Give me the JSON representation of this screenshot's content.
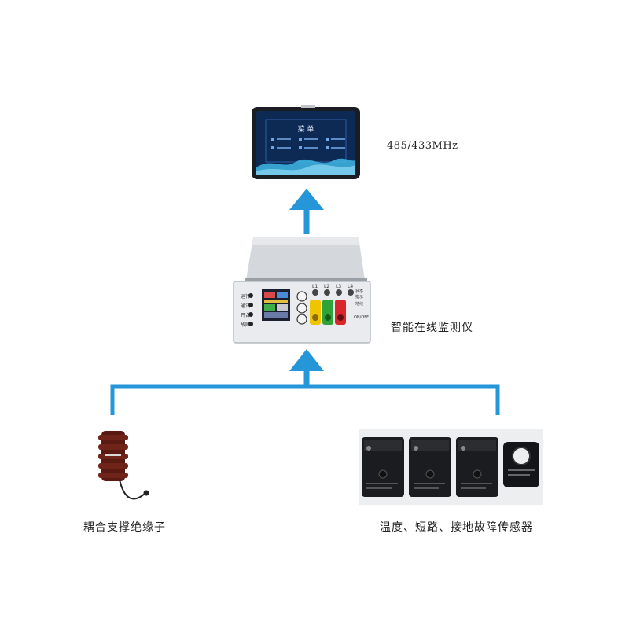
{
  "display": {
    "title": "菜 单",
    "menu_items": [
      "————",
      "————",
      "————",
      "————",
      "————",
      "————"
    ]
  },
  "comm_label": "485/433MHz",
  "monitor": {
    "name_label": "智能在线监测仪",
    "status_labels": [
      "运行",
      "通讯",
      "开合",
      "故障"
    ],
    "top_labels": [
      "L1",
      "L2",
      "L3",
      "L4"
    ],
    "right_labels": [
      "状态",
      "指示",
      "地线",
      "ON/OFF"
    ]
  },
  "insulator_label": "耦合支撑绝缘子",
  "sensors_label": "温度、短路、接地故障传感器",
  "colors": {
    "arrow": "#2596d8",
    "screen_bg": "#0d2a55",
    "wave": "#3fb6e6",
    "insulator": "#5a1a12",
    "terminal_yellow": "#f0c400",
    "terminal_green": "#2fa23a",
    "terminal_red": "#d8262a"
  }
}
